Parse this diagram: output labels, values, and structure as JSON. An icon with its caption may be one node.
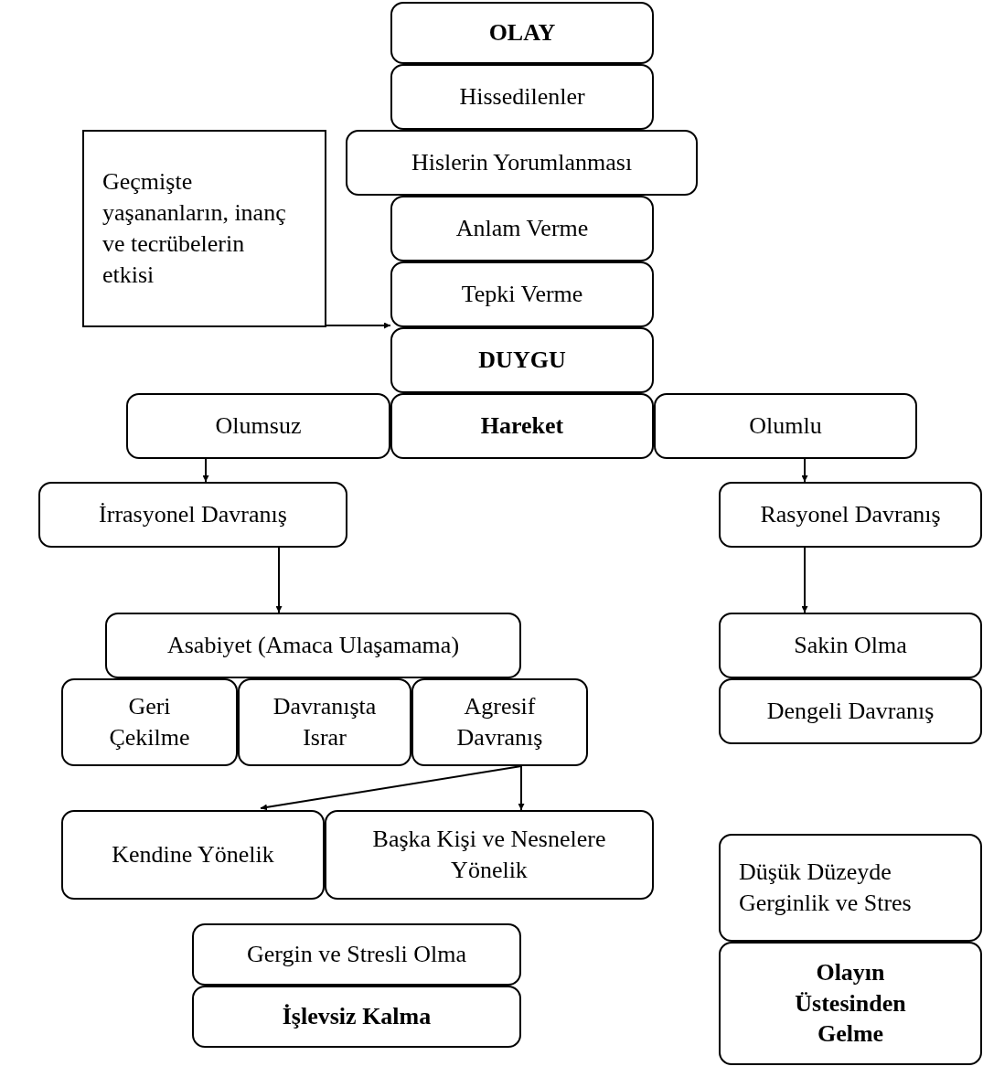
{
  "diagram": {
    "nodes": [
      {
        "text": [
          "OLAY"
        ]
      },
      {
        "text": [
          "Hissedilenler"
        ]
      },
      {
        "text": [
          "Geçmişte yaşananların, inanç ve tecrübelerin etkisi"
        ]
      },
      {
        "text": [
          "Hislerin Yorumlanması"
        ]
      },
      {
        "text": [
          "Anlam Verme"
        ]
      },
      {
        "text": [
          "Tepki Verme"
        ]
      },
      {
        "text": [
          "DUYGU"
        ]
      },
      {
        "text": [
          "Olumsuz"
        ]
      },
      {
        "text": [
          "Hareket"
        ]
      },
      {
        "text": [
          "Olumlu"
        ]
      },
      {
        "text": [
          "İrrasyonel Davranış"
        ]
      },
      {
        "text": [
          "Rasyonel Davranış"
        ]
      },
      {
        "text": [
          "Asabiyet (Amaca Ulaşamama)"
        ]
      },
      {
        "text": [
          "Sakin Olma"
        ]
      },
      {
        "text": [
          "Geri Çekilme"
        ]
      },
      {
        "text": [
          "Davranışta Israr"
        ]
      },
      {
        "text": [
          "Agresif Davranış"
        ]
      },
      {
        "text": [
          "Dengeli Davranış"
        ]
      },
      {
        "text": [
          "Kendine Yönelik"
        ]
      },
      {
        "text": [
          "Başka Kişi ve Nesnelere Yönelik"
        ]
      },
      {
        "text": [
          "Düşük Düzeyde Gerginlik ve Stres"
        ]
      },
      {
        "text": [
          "Gergin ve Stresli Olma"
        ]
      },
      {
        "text": [
          "İşlevsiz Kalma"
        ]
      },
      {
        "text": [
          "Olayın Üstesinden Gelme"
        ]
      }
    ],
    "edges": [
      {
        "from": 2,
        "to": 6,
        "arrow": "to"
      },
      {
        "from": 7,
        "to": 10,
        "arrow": "to"
      },
      {
        "from": 9,
        "to": 11,
        "arrow": "to"
      },
      {
        "from": 10,
        "to": 12,
        "arrow": "to"
      },
      {
        "from": 11,
        "to": 13,
        "arrow": "to"
      },
      {
        "from": 16,
        "to": 18,
        "arrow": "to"
      },
      {
        "from": 16,
        "to": 19,
        "arrow": "to"
      }
    ]
  }
}
